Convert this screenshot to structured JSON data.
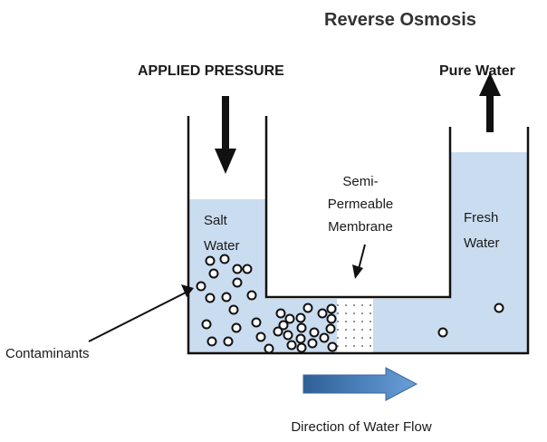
{
  "title": "Reverse Osmosis",
  "labels": {
    "applied_pressure": "APPLIED PRESSURE",
    "pure_water": "Pure Water",
    "salt_water": [
      "Salt",
      "Water"
    ],
    "membrane": [
      "Semi-",
      "Permeable",
      "Membrane"
    ],
    "fresh_water": [
      "Fresh",
      "Water"
    ],
    "contaminants": "Contaminants",
    "flow_direction": "Direction of Water Flow"
  },
  "colors": {
    "water": "#cadcef",
    "outline": "#111111",
    "flow_arrow": "#3d72ab",
    "flow_arrow_light": "#5b8fc8"
  }
}
